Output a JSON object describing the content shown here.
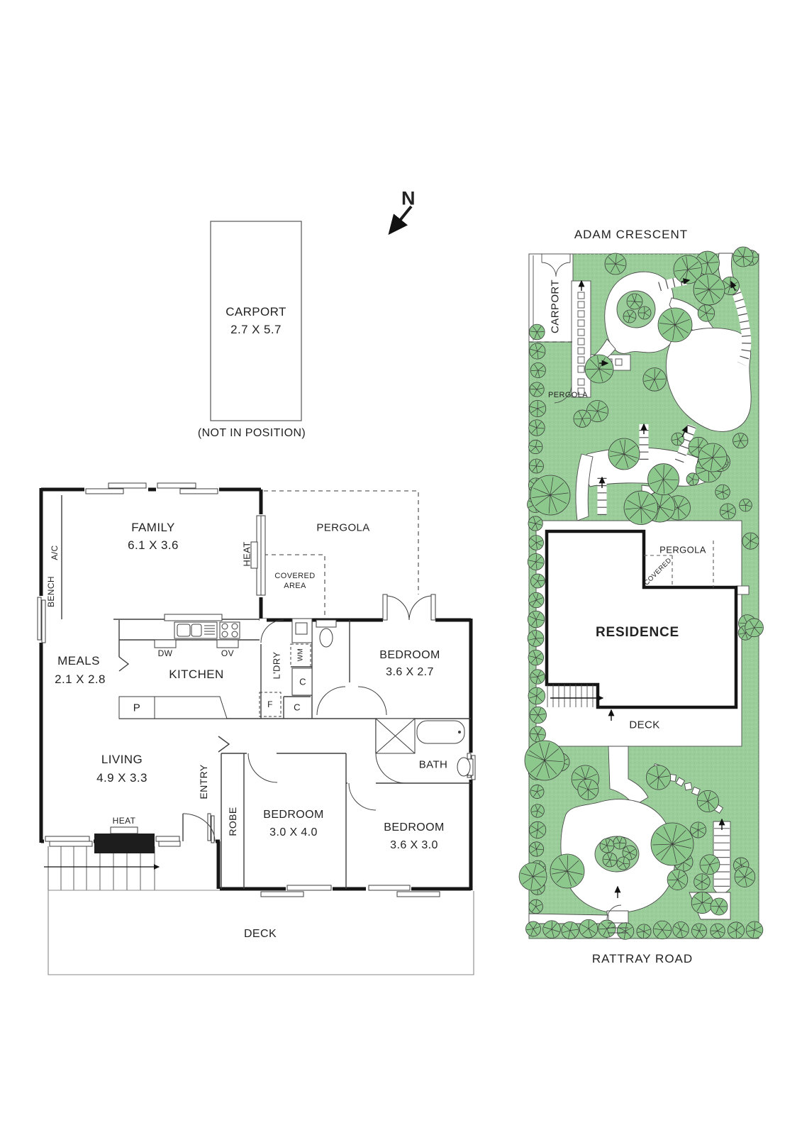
{
  "north_label": "N",
  "loose_carport": {
    "name": "CARPORT",
    "dims": "2.7 X 5.7",
    "note": "(NOT IN POSITION)"
  },
  "floor_plan": {
    "family": {
      "name": "FAMILY",
      "dims": "6.1 X 3.6"
    },
    "meals": {
      "name": "MEALS",
      "dims": "2.1 X 2.8"
    },
    "kitchen": {
      "name": "KITCHEN"
    },
    "living": {
      "name": "LIVING",
      "dims": "4.9 X 3.3"
    },
    "bedroom1": {
      "name": "BEDROOM",
      "dims": "3.0 X 4.0"
    },
    "bedroom2": {
      "name": "BEDROOM",
      "dims": "3.6 X 3.0"
    },
    "bedroom3": {
      "name": "BEDROOM",
      "dims": "3.6 X 2.7"
    },
    "bath": {
      "name": "BATH"
    },
    "deck": {
      "name": "DECK"
    },
    "pergola": {
      "name": "PERGOLA"
    },
    "covered_area": {
      "line1": "COVERED",
      "line2": "AREA"
    },
    "entry": {
      "name": "ENTRY"
    },
    "robe": {
      "name": "ROBE"
    },
    "ldry": {
      "name": "L'DRY"
    },
    "heat_family": {
      "name": "HEAT"
    },
    "heat_living": {
      "name": "HEAT"
    },
    "ac": {
      "name": "A/C"
    },
    "bench": {
      "name": "BENCH"
    },
    "dw": {
      "name": "DW"
    },
    "ov": {
      "name": "OV"
    },
    "wm": {
      "name": "WM"
    },
    "c1": {
      "name": "C"
    },
    "c2": {
      "name": "C"
    },
    "f": {
      "name": "F"
    },
    "p": {
      "name": "P"
    }
  },
  "site_plan": {
    "top_street": "ADAM CRESCENT",
    "bottom_street": "RATTRAY ROAD",
    "carport": "CARPORT",
    "pergola_walk": "PERGOLA",
    "pergola": "PERGOLA",
    "covered": "COVERED",
    "residence": "RESIDENCE",
    "deck": "DECK",
    "colors": {
      "ground": "#9bcd9b",
      "tree_fill": "#8cc78c",
      "tree_stroke": "#3a3a3a",
      "path_fill": "#ffffff",
      "wall": "#161616"
    }
  }
}
